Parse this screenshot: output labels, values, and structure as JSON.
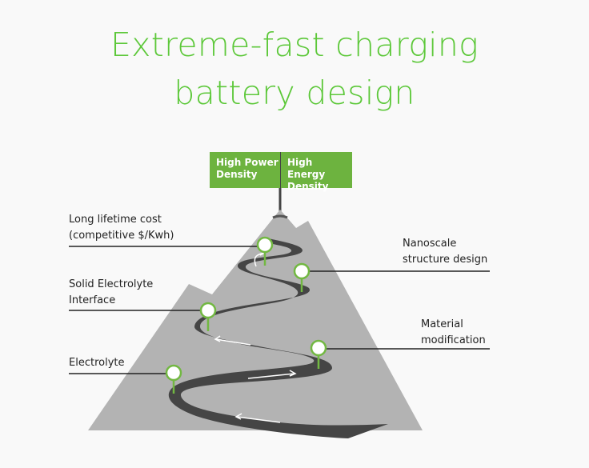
{
  "title": {
    "line1": "Extreme-fast charging",
    "line2": "battery design"
  },
  "colors": {
    "accent": "#5dc83a",
    "flag": "#6db33f",
    "mountain": "#b3b3b3",
    "road": "#454545",
    "pin_ring": "#72b842"
  },
  "flags": {
    "left": {
      "line1": "High Power",
      "line2": "Density"
    },
    "right": {
      "line1": "High Energy",
      "line2": "Density"
    }
  },
  "milestones": [
    {
      "id": "long-lifetime",
      "side": "left",
      "line1": "Long lifetime cost",
      "line2": "(competitive $/Kwh)"
    },
    {
      "id": "nanoscale",
      "side": "right",
      "line1": "Nanoscale",
      "line2": "structure design"
    },
    {
      "id": "sei",
      "side": "left",
      "line1": "Solid Electrolyte",
      "line2": "Interface"
    },
    {
      "id": "material",
      "side": "right",
      "line1": "Material",
      "line2": "modification"
    },
    {
      "id": "electrolyte",
      "side": "left",
      "line1": "Electrolyte",
      "line2": ""
    }
  ]
}
